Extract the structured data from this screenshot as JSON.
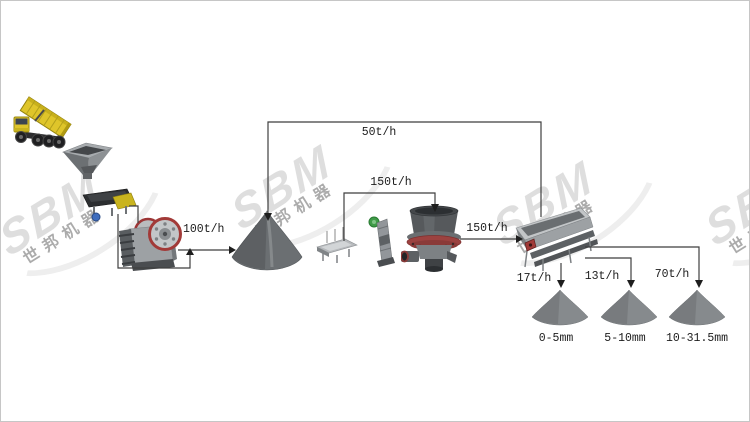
{
  "watermark": {
    "brand": "SBM",
    "chinese": "世邦机器"
  },
  "flows": {
    "jaw_to_stockpile": "100t/h",
    "screen_return": "50t/h",
    "stockpile_to_cone": "150t/h",
    "cone_to_screen": "150t/h",
    "screen_out_fine": "17t/h",
    "screen_out_mid": "13t/h",
    "screen_out_coarse": "70t/h"
  },
  "products": {
    "fine": "0-5mm",
    "mid": "5-10mm",
    "coarse": "10-31.5mm"
  },
  "machines": [
    "dump-truck",
    "hopper",
    "vibrating-feeder",
    "jaw-crusher",
    "stockpile",
    "feeder-under-stockpile",
    "conveyor-elevator",
    "cone-crusher",
    "vibrating-screen",
    "product-pile-fine",
    "product-pile-mid",
    "product-pile-coarse"
  ],
  "colors": {
    "truck_yellow": "#dfc52a",
    "accent_red": "#a23a38",
    "motor_green": "#3f9b48",
    "motor_blue": "#3f6dbd",
    "flow_line": "#3f3f3f",
    "pile_gray": "#85898c",
    "watermark_gray": "#d5d5d5",
    "label_text": "#1c1c1c",
    "border": "#c6c6c6"
  }
}
